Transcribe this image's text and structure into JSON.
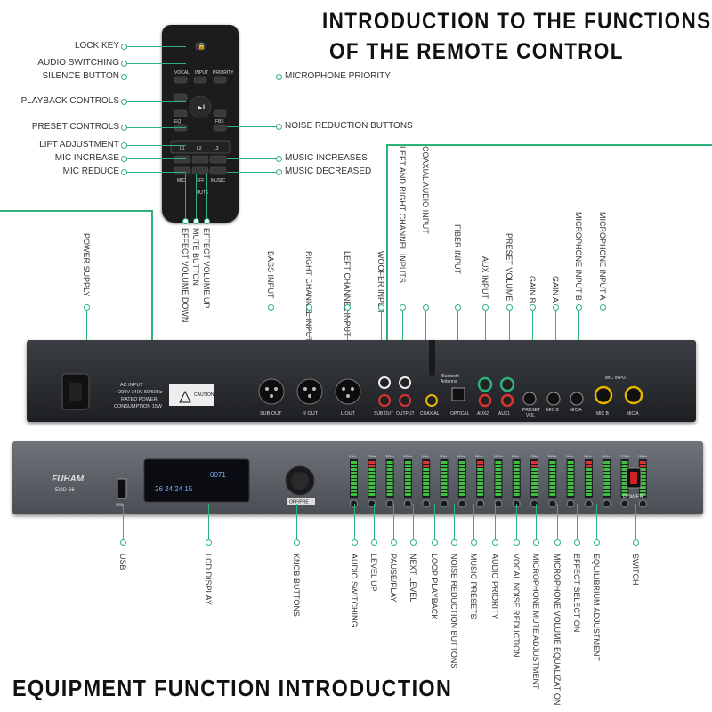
{
  "titles": {
    "remote_line1": "INTRODUCTION TO THE FUNCTIONS",
    "remote_line2": "OF THE REMOTE CONTROL",
    "equipment": "EQUIPMENT FUNCTION INTRODUCTION"
  },
  "remote": {
    "left_labels": [
      "LOCK KEY",
      "AUDIO SWITCHING",
      "SILENCE BUTTON",
      "PLAYBACK CONTROLS",
      "PRESET CONTROLS",
      "LIFT ADJUSTMENT",
      "MIC INCREASE",
      "MIC REDUCE"
    ],
    "right_labels": [
      "MICROPHONE PRIORITY",
      "NOISE REDUCTION BUTTONS",
      "MUSIC INCREASES",
      "MUSIC DECREASED"
    ],
    "bottom_labels": [
      "EFFECT VOLUME UP",
      "MUTE BUTTON",
      "EFFECT VOLUME DOWN"
    ],
    "button_text": {
      "vocal": "VOCAL",
      "input": "INPUT",
      "priority": "PRIORITY",
      "eq": "EQ",
      "fbx": "FBX",
      "l1": "L1",
      "l2": "L2",
      "l3": "L3",
      "mic": "MIC",
      "eff": "EFF",
      "music": "MUSIC",
      "mute": "MUTE"
    }
  },
  "rear_labels": [
    "POWER SUPPLY",
    "BASS INPUT",
    "RIGHT CHANNEL INPUT",
    "LEFT CHANNEL INPUT",
    "WOOFER INPUT",
    "LEFT AND RIGHT CHANNEL INPUTS",
    "COAXIAL AUDIO INPUT",
    "FIBER INPUT",
    "AUX INPUT",
    "PRESET VOLUME",
    "GAIN B",
    "GAIN A",
    "MICROPHONE INPUT B",
    "MICROPHONE INPUT A"
  ],
  "rear_panel": {
    "ac_input": "AC INPUT",
    "ac_volt": "~200V-240V 50/60Hz",
    "rated": "RATED POWER",
    "consumption": "CONSUMPTION 15W",
    "caution": "CAUTION",
    "sub_out": "SUB OUT",
    "r_out": "R OUT",
    "l_out": "L OUT",
    "bluetooth": "Bluetooth",
    "antenna": "Antenna",
    "sub_out2": "SUB OUT",
    "output": "OUTPUT",
    "coaxial": "COAXIAL",
    "optical": "OPTICAL",
    "aux2": "AUX2",
    "aux1": "AUX1",
    "preset": "PRESET",
    "vol": "VOL",
    "mic_b_vol": "MIC B",
    "mic_a_vol": "MIC A",
    "mic_input": "MIC INPUT",
    "mic_b": "MIC B",
    "mic_a": "MIC A"
  },
  "front_panel": {
    "brand": "FUHAM",
    "model": "EOD-66",
    "lcd_main": "26 24 24 15",
    "lcd_small": "0071",
    "knob_label": "OFF/PRE",
    "power": "POWER",
    "usb_label": "USB",
    "freqs": [
      "63Hz",
      "125Hz",
      "250Hz",
      "500Hz",
      "1KHz",
      "2KHz",
      "4KHz",
      "8KHz",
      "16KHz",
      "63Hz",
      "125Hz",
      "250Hz",
      "1KHz",
      "4KHz",
      "8KHz",
      "12.5Hz",
      "16KHz"
    ]
  },
  "front_labels": [
    "USB",
    "LCD DISPLAY",
    "KNOB BUTTONS",
    "AUDIO SWITCHING",
    "LEVEL UP",
    "PAUSE/PLAY",
    "NEXT LEVEL",
    "LOOP PLAYBACK",
    "NOISE REDUCTION BUTTONS",
    "MUSIC PRESETS",
    "AUDIO PRIORITY",
    "VOCAL NOISE REDUCTION",
    "MICROPHONE MUTE ADJUSTMENT",
    "MICROPHONE VOLUME EQUALIZATION",
    "EFFECT SELECTION",
    "EQUILIBRIUM ADJUSTMENT",
    "SWITCH"
  ],
  "colors": {
    "accent": "#2db37a",
    "device": "#2b2d31",
    "front": "#5a5f66"
  }
}
